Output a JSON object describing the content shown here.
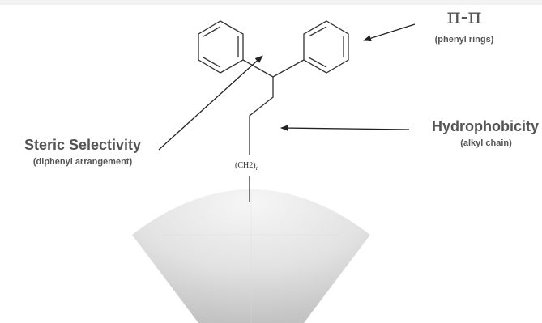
{
  "labels": {
    "pi_pi": {
      "title": "π-π",
      "subtitle": "(phenyl rings)"
    },
    "hydrophobicity": {
      "title": "Hydrophobicity",
      "subtitle": "(alkyl chain)"
    },
    "steric": {
      "title": "Steric Selectivity",
      "subtitle": "(diphenyl arrangement)"
    },
    "chain_formula": {
      "text": "(CH2)",
      "subscript": "n"
    }
  },
  "colors": {
    "text": "#555555",
    "bond": "#333333",
    "arrow": "#222222",
    "particle_light": "#f6f6f6",
    "particle_dark": "#c2c2c2"
  }
}
